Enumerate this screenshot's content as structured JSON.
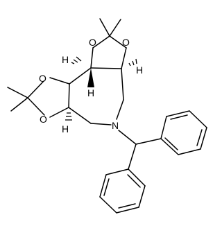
{
  "molecule": {
    "atoms": {
      "o_top_left": "O",
      "o_top_right": "O",
      "o_mid_left": "O",
      "o_low_left": "O",
      "n_ring": "N",
      "h_top_left": "H",
      "h_top_right": "H",
      "h_mid_left": "H",
      "h_low_left": "H"
    }
  }
}
